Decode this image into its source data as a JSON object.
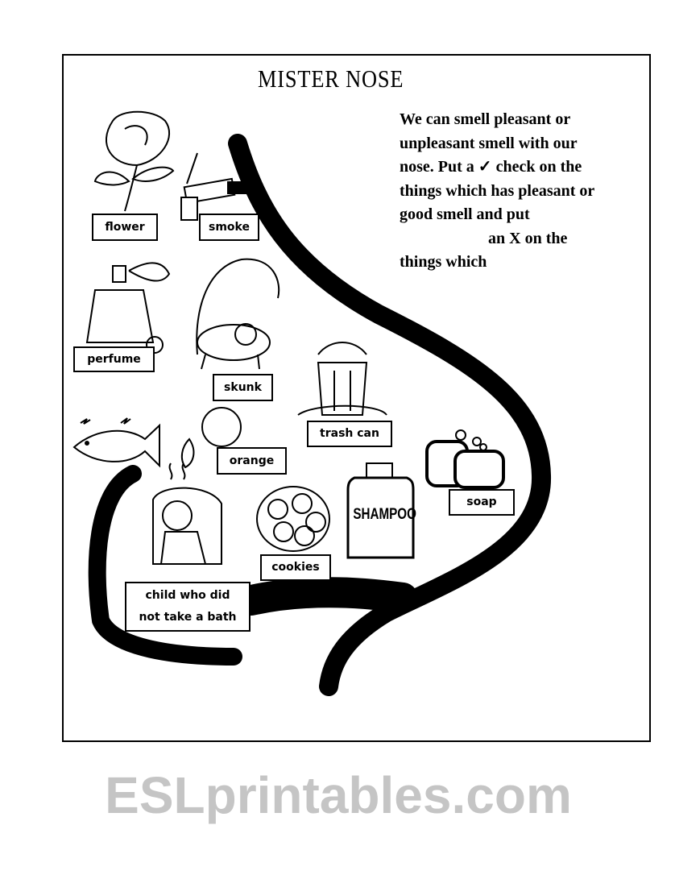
{
  "title": "MISTER NOSE",
  "instructions": {
    "before_check": "We can smell pleasant or unpleasant smell with our nose. Put a ",
    "check_symbol": "✓",
    "after_check": " check on the things which has pleasant or good smell and put ",
    "gap": "",
    "after_gap": "an X on the things which"
  },
  "labels": {
    "flower": "flower",
    "smoke": "smoke",
    "perfume": "perfume",
    "skunk": "skunk",
    "trash_can": "trash can",
    "orange": "orange",
    "soap": "soap",
    "cookies": "cookies",
    "child_line1": "child who did",
    "child_line2": "not take a bath"
  },
  "shampoo_text": "SHAMPOO",
  "watermark": "ESLprintables.com"
}
